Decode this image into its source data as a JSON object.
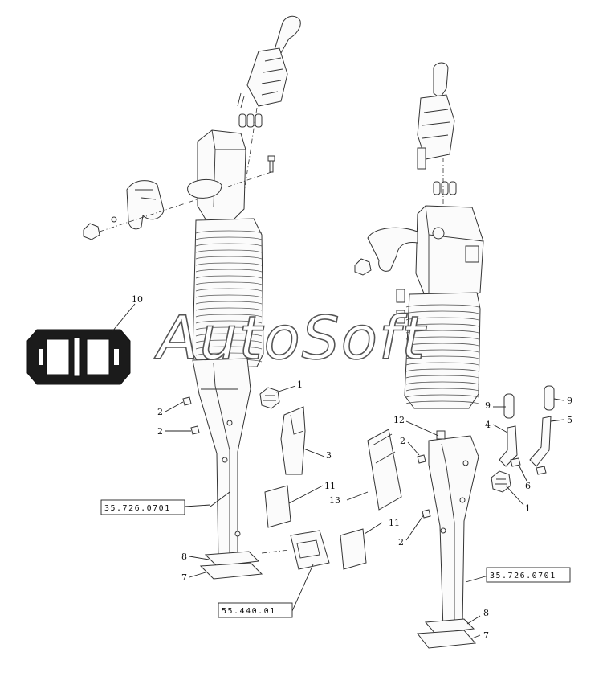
{
  "watermark": "AutoSoft",
  "reference_labels": {
    "left_column": "35.726.0701",
    "left_bracket": "55.440.01",
    "right_column": "35.726.0701"
  },
  "callouts": {
    "c10": "10",
    "l1": "1",
    "l2a": "2",
    "l2b": "2",
    "l3": "3",
    "l11a": "11",
    "l8": "8",
    "l7": "7",
    "l13": "13",
    "l11b": "11",
    "r12": "12",
    "r2a": "2",
    "r2b": "2",
    "r9a": "9",
    "r9b": "9",
    "r4": "4",
    "r5": "5",
    "r6": "6",
    "r1": "1",
    "r8": "8",
    "r7": "7"
  }
}
